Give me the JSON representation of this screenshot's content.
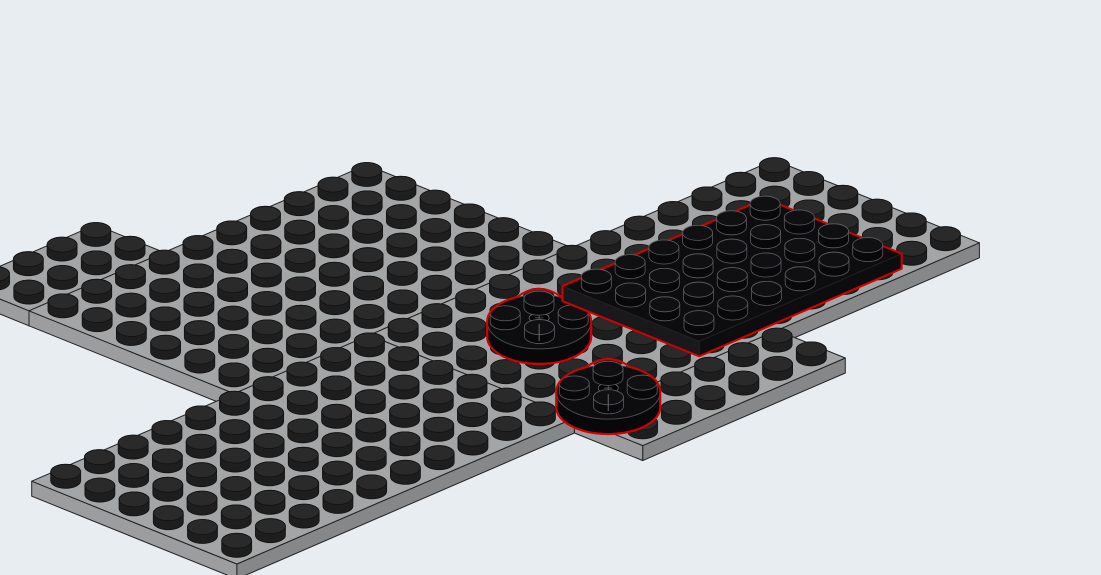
{
  "scene": {
    "kind": "lego-building-step",
    "background_color": "#e8edf1",
    "existing_parts_color": "#a3a5a6",
    "new_parts_color": "#0d0d0f",
    "new_part_outline_color": "#d40000"
  },
  "existing_parts": [
    {
      "name": "plate-2x4",
      "color": "light-bluish-gray",
      "studs": [
        2,
        4
      ]
    },
    {
      "name": "plate-6x10",
      "color": "light-bluish-gray",
      "studs": [
        6,
        10
      ]
    },
    {
      "name": "plate-6x12",
      "color": "light-bluish-gray",
      "studs": [
        6,
        12
      ]
    },
    {
      "name": "plate-6x10",
      "color": "light-bluish-gray",
      "studs": [
        6,
        10
      ]
    },
    {
      "name": "plate-2x6",
      "color": "light-bluish-gray",
      "studs": [
        2,
        6
      ]
    }
  ],
  "new_parts": [
    {
      "name": "plate-4x6",
      "color": "black",
      "studs": [
        4,
        6
      ]
    },
    {
      "name": "plate-round-2x2-with-axle-hole",
      "color": "black",
      "studs": [
        2,
        2
      ]
    },
    {
      "name": "plate-round-2x2-with-axle-hole",
      "color": "black",
      "studs": [
        2,
        2
      ]
    }
  ]
}
